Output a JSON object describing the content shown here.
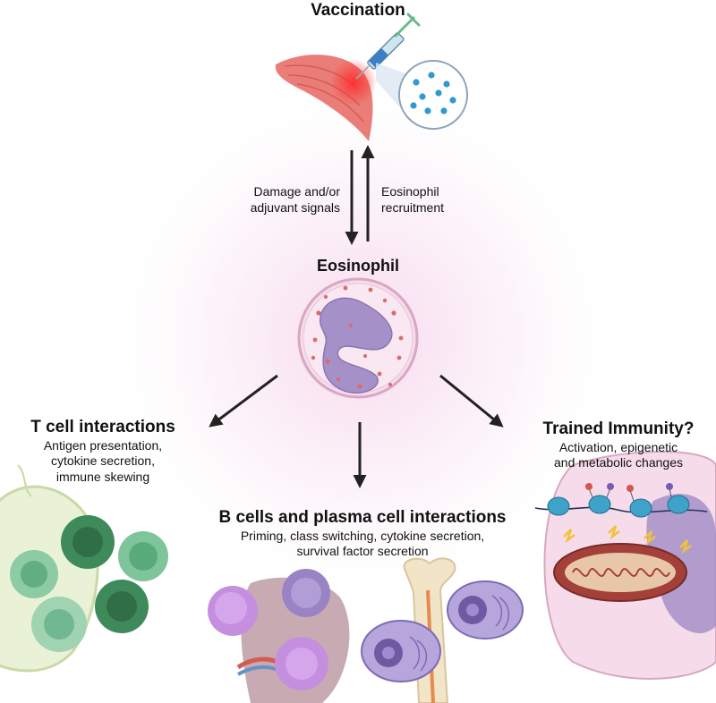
{
  "vaccination": {
    "title": "Vaccination"
  },
  "arrows": {
    "down_label": [
      "Damage and/or",
      "adjuvant signals"
    ],
    "up_label": [
      "Eosinophil",
      "recruitment"
    ]
  },
  "eosinophil": {
    "title": "Eosinophil"
  },
  "t_cell": {
    "title": "T cell interactions",
    "lines": [
      "Antigen presentation,",
      "cytokine secretion,",
      "immune skewing"
    ]
  },
  "b_cell": {
    "title": "B cells and plasma cell interactions",
    "lines": [
      "Priming, class switching, cytokine secretion,",
      "survival factor secretion"
    ]
  },
  "trained": {
    "title": "Trained Immunity?",
    "lines": [
      "Activation, epigenetic",
      "and metabolic changes"
    ]
  },
  "colors": {
    "muscle": "#e8746e",
    "arrow": "#222222",
    "eosinophil_nucleus": "#9b86c0",
    "t_cell_green": "#7fbf88",
    "plasma_purple": "#8d7cc4",
    "b_cell_violet": "#c58fdf"
  }
}
